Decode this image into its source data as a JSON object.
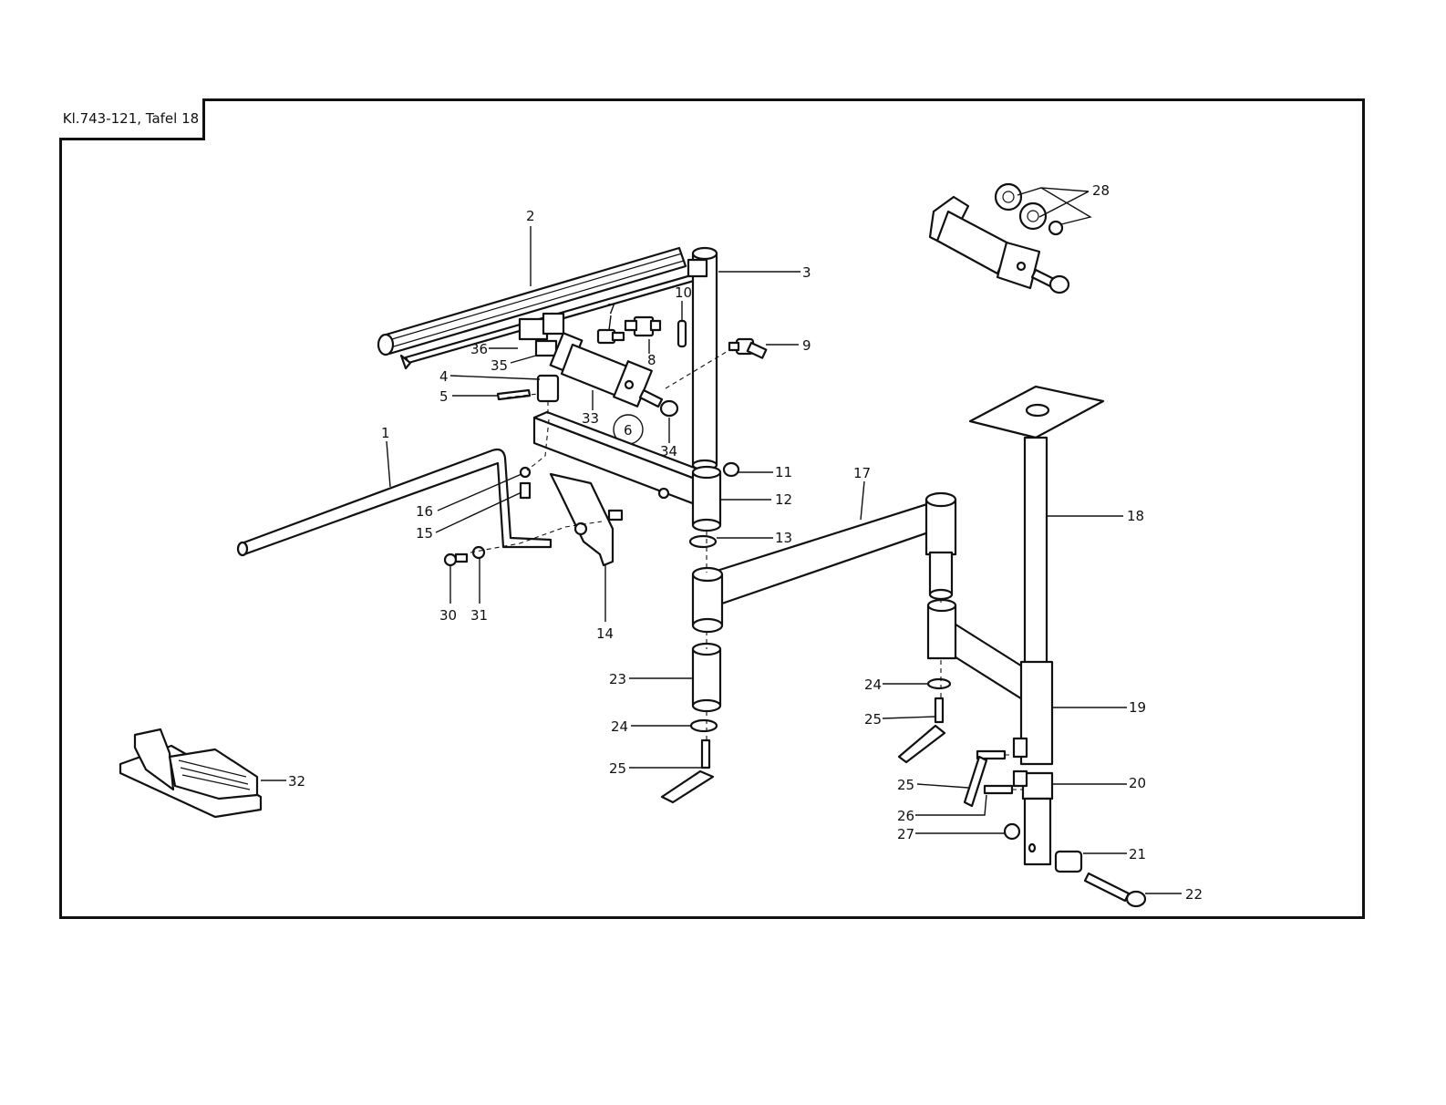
{
  "title": "Kl.743-121, Tafel 18",
  "labels": {
    "p1": "1",
    "p2": "2",
    "p3": "3",
    "p4": "4",
    "p5": "5",
    "p6": "6",
    "p7": "7",
    "p8": "8",
    "p9": "9",
    "p10": "10",
    "p11": "11",
    "p12": "12",
    "p13": "13",
    "p14": "14",
    "p15": "15",
    "p16": "16",
    "p17": "17",
    "p18": "18",
    "p19": "19",
    "p20": "20",
    "p21": "21",
    "p22": "22",
    "p23": "23",
    "p24a": "24",
    "p24b": "24",
    "p25a": "25",
    "p25b": "25",
    "p25c": "25",
    "p26": "26",
    "p27": "27",
    "p28": "28",
    "p30": "30",
    "p31": "31",
    "p32": "32",
    "p33": "33",
    "p34": "34",
    "p35": "35",
    "p36": "36"
  }
}
